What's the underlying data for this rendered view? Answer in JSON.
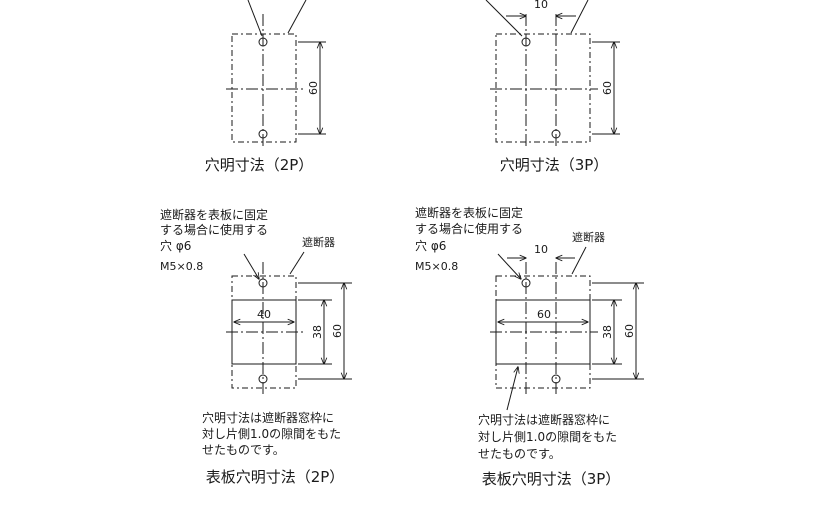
{
  "panels": {
    "top_2p": {
      "caption": "穴明寸法（2P）",
      "dim_height": "60"
    },
    "top_3p": {
      "caption": "穴明寸法（3P）",
      "dim_height": "60",
      "dim_pitch": "10"
    },
    "panel_2p": {
      "caption": "表板穴明寸法（2P）",
      "hole_note": [
        "遮断器を表板に固定",
        "する場合に使用する",
        "穴 φ6",
        "M5×0.8"
      ],
      "breaker_label": "遮断器",
      "dim_window_width": "40",
      "dim_window_height": "38",
      "dim_height": "60",
      "clearance_note": [
        "穴明寸法は遮断器窓枠に",
        "対し片側1.0の隙間をもた",
        "せたものです。"
      ]
    },
    "panel_3p": {
      "caption": "表板穴明寸法（3P）",
      "hole_note": [
        "遮断器を表板に固定",
        "する場合に使用する",
        "穴 φ6",
        "M5×0.8"
      ],
      "breaker_label": "遮断器",
      "dim_pitch": "10",
      "dim_window_width": "60",
      "dim_window_height": "38",
      "dim_height": "60",
      "clearance_note": [
        "穴明寸法は遮断器窓枠に",
        "対し片側1.0の隙間をもた",
        "せたものです。"
      ]
    }
  }
}
